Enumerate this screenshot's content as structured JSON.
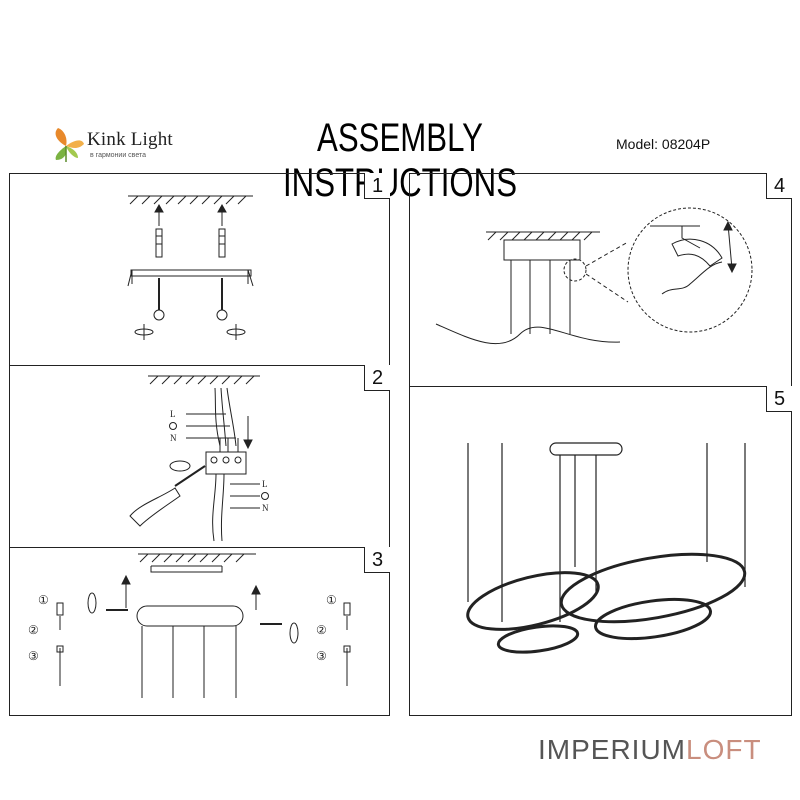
{
  "header": {
    "brand_name": "Kink Light",
    "brand_tagline": "в гармонии света",
    "title": "ASSEMBLY INSTRUCTIONS",
    "model": "Model: 08204P"
  },
  "steps": [
    {
      "number": "1"
    },
    {
      "number": "2",
      "wire_labels_top": [
        "L",
        "N"
      ],
      "wire_labels_bottom": [
        "L",
        "N"
      ]
    },
    {
      "number": "3",
      "part_markers": [
        "①",
        "②",
        "③"
      ]
    },
    {
      "number": "4"
    },
    {
      "number": "5"
    }
  ],
  "footer": {
    "watermark_part1": "IMPERIUM",
    "watermark_part2": "LOFT"
  },
  "colors": {
    "line": "#222222",
    "logo_orange": "#e8892b",
    "logo_green": "#7bb342",
    "watermark_gray": "#555555",
    "watermark_accent": "#c98e7e"
  }
}
